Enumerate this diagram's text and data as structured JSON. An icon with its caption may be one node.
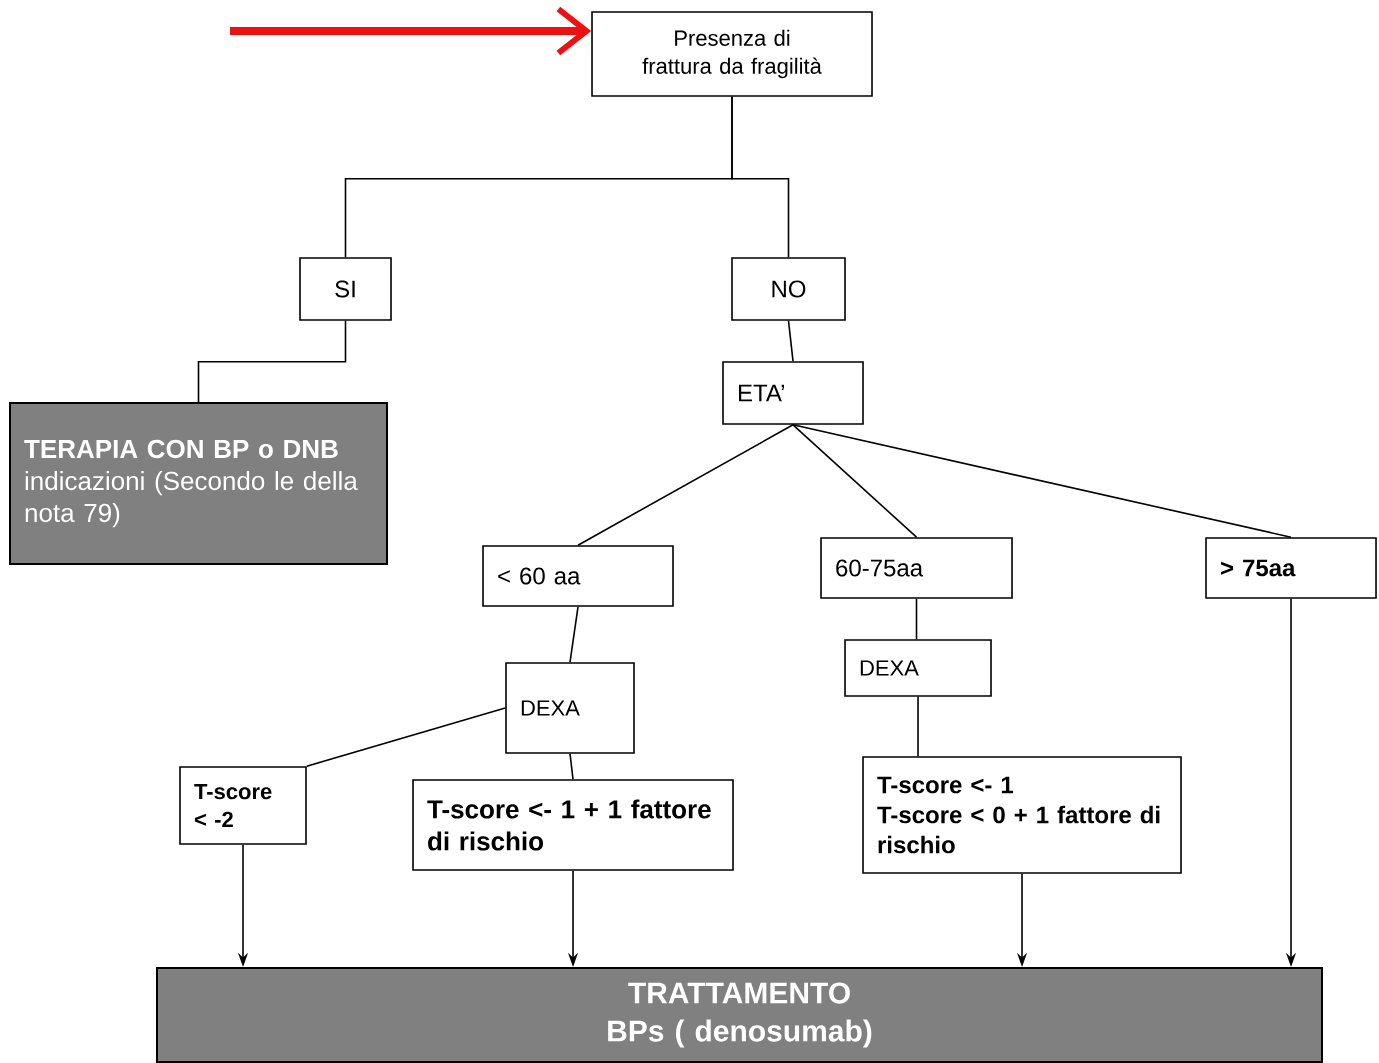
{
  "diagram": {
    "nodes": [
      {
        "text": [
          "Presenza di frattura da fragilità"
        ]
      },
      {
        "text": [
          "SI"
        ]
      },
      {
        "text": [
          "NO"
        ]
      },
      {
        "text": [
          "TERAPIA CON BP o DNB",
          "indicazioni (Secondo le della nota 79)"
        ]
      },
      {
        "text": [
          "ETA’"
        ]
      },
      {
        "text": [
          "< 60 aa"
        ]
      },
      {
        "text": [
          "60-75aa"
        ]
      },
      {
        "text": [
          "> 75aa"
        ]
      },
      {
        "text": [
          "DEXA"
        ]
      },
      {
        "text": [
          "DEXA"
        ]
      },
      {
        "text": [
          "T-score < -2"
        ]
      },
      {
        "text": [
          "T-score <- 1 + 1 fattore di rischio"
        ]
      },
      {
        "text": [
          "T-score <- 1",
          "T-score < 0 + 1 fattore di rischio"
        ]
      },
      {
        "text": [
          "TRATTAMENTO",
          "BPs ( denosumab)"
        ]
      }
    ],
    "edges": [
      {
        "from": null,
        "to": 0,
        "arrow": "to",
        "style": "thick",
        "color": "#ee1111"
      },
      {
        "from": 0,
        "to": 1,
        "arrow": "none"
      },
      {
        "from": 0,
        "to": 2,
        "arrow": "none"
      },
      {
        "from": 1,
        "to": 3,
        "arrow": "none"
      },
      {
        "from": 2,
        "to": 4,
        "arrow": "none"
      },
      {
        "from": 4,
        "to": 5,
        "arrow": "none"
      },
      {
        "from": 4,
        "to": 6,
        "arrow": "none"
      },
      {
        "from": 4,
        "to": 7,
        "arrow": "none"
      },
      {
        "from": 5,
        "to": 8,
        "arrow": "none"
      },
      {
        "from": 6,
        "to": 9,
        "arrow": "none"
      },
      {
        "from": 8,
        "to": 10,
        "arrow": "none"
      },
      {
        "from": 8,
        "to": 11,
        "arrow": "none"
      },
      {
        "from": 9,
        "to": 12,
        "arrow": "none"
      },
      {
        "from": 10,
        "to": 13,
        "arrow": "to"
      },
      {
        "from": 11,
        "to": 13,
        "arrow": "to"
      },
      {
        "from": 12,
        "to": 13,
        "arrow": "to"
      },
      {
        "from": 7,
        "to": 13,
        "arrow": "to"
      }
    ]
  }
}
